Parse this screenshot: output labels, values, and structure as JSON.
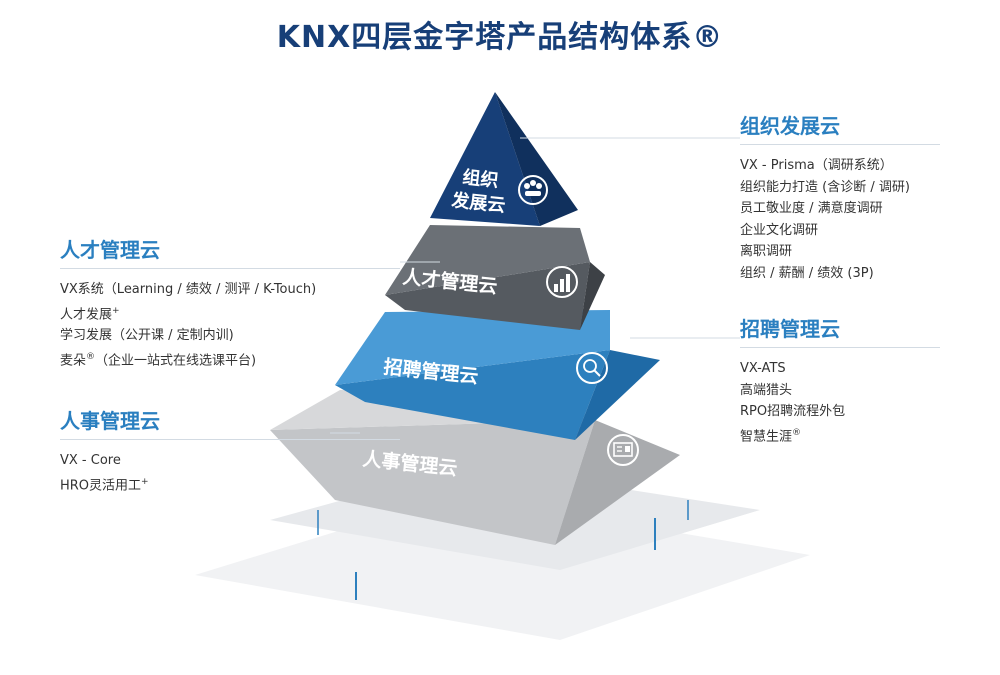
{
  "title": "KNX四层金字塔产品结构体系®",
  "tiers": {
    "top": {
      "label_line1": "组织",
      "label_line2": "发展云",
      "icon": "group-badge-icon"
    },
    "second": {
      "label": "人才管理云",
      "icon": "bar-chart-icon"
    },
    "third": {
      "label": "招聘管理云",
      "icon": "magnifier-person-icon"
    },
    "bottom": {
      "label": "人事管理云",
      "icon": "id-card-icon"
    }
  },
  "colors": {
    "top": "#173f78",
    "second": "#555a60",
    "third": "#2d80be",
    "bottom": "#bcbec0",
    "heading": "#2a7fc0",
    "title": "#173f78"
  },
  "sections": {
    "org": {
      "heading": "组织发展云",
      "items": [
        "VX - Prisma（调研系统）",
        "组织能力打造 (含诊断 / 调研)",
        "员工敬业度 / 满意度调研",
        "企业文化调研",
        "离职调研",
        "组织 / 薪酬 / 绩效 (3P)"
      ]
    },
    "talent": {
      "heading": "人才管理云",
      "items": [
        {
          "text": "VX系统（Learning / 绩效 / 测评 / K-Touch)",
          "sup": ""
        },
        {
          "text": "人才发展",
          "sup": "+"
        },
        {
          "text": "学习发展（公开课 / 定制内训)",
          "sup": ""
        },
        {
          "text": "麦朵",
          "sup": "®",
          "after": "（企业一站式在线选课平台)"
        }
      ]
    },
    "recruit": {
      "heading": "招聘管理云",
      "items": [
        {
          "text": "VX-ATS",
          "sup": ""
        },
        {
          "text": "高端猎头",
          "sup": ""
        },
        {
          "text": "RPO招聘流程外包",
          "sup": ""
        },
        {
          "text": "智慧生涯",
          "sup": "®"
        }
      ]
    },
    "hr": {
      "heading": "人事管理云",
      "items": [
        {
          "text": "VX - Core",
          "sup": ""
        },
        {
          "text": "HRO灵活用工",
          "sup": "+"
        }
      ]
    }
  }
}
